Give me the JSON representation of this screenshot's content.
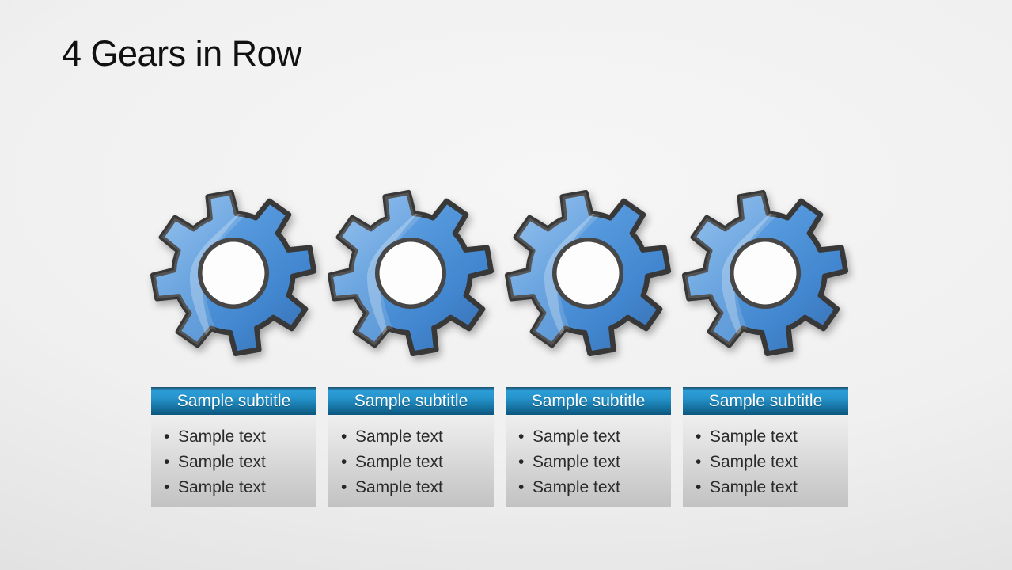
{
  "slide": {
    "title": "4 Gears in Row"
  },
  "columns": [
    {
      "subtitle": "Sample subtitle",
      "bullets": [
        "Sample text",
        "Sample text",
        "Sample text"
      ]
    },
    {
      "subtitle": "Sample subtitle",
      "bullets": [
        "Sample text",
        "Sample text",
        "Sample text"
      ]
    },
    {
      "subtitle": "Sample subtitle",
      "bullets": [
        "Sample text",
        "Sample text",
        "Sample text"
      ]
    },
    {
      "subtitle": "Sample subtitle",
      "bullets": [
        "Sample text",
        "Sample text",
        "Sample text"
      ]
    }
  ],
  "icons": {
    "gear": "eight-tooth-gear",
    "gear_count": 4
  },
  "colors": {
    "title_text": "#111111",
    "header_blue_top": "#2d9dd8",
    "header_blue_bottom": "#0d567e",
    "header_text": "#ffffff",
    "card_body_top": "#eeeeee",
    "card_body_bottom": "#c2c2c2",
    "bullet_text": "#2a2a2a",
    "gear_blue_light": "#85b9ec",
    "gear_blue_dark": "#3a6fb0",
    "gear_outline": "#383838",
    "gear_hole": "#fdfdfd",
    "background_center": "#f6f6f6",
    "background_edge": "#d5d5d5"
  }
}
